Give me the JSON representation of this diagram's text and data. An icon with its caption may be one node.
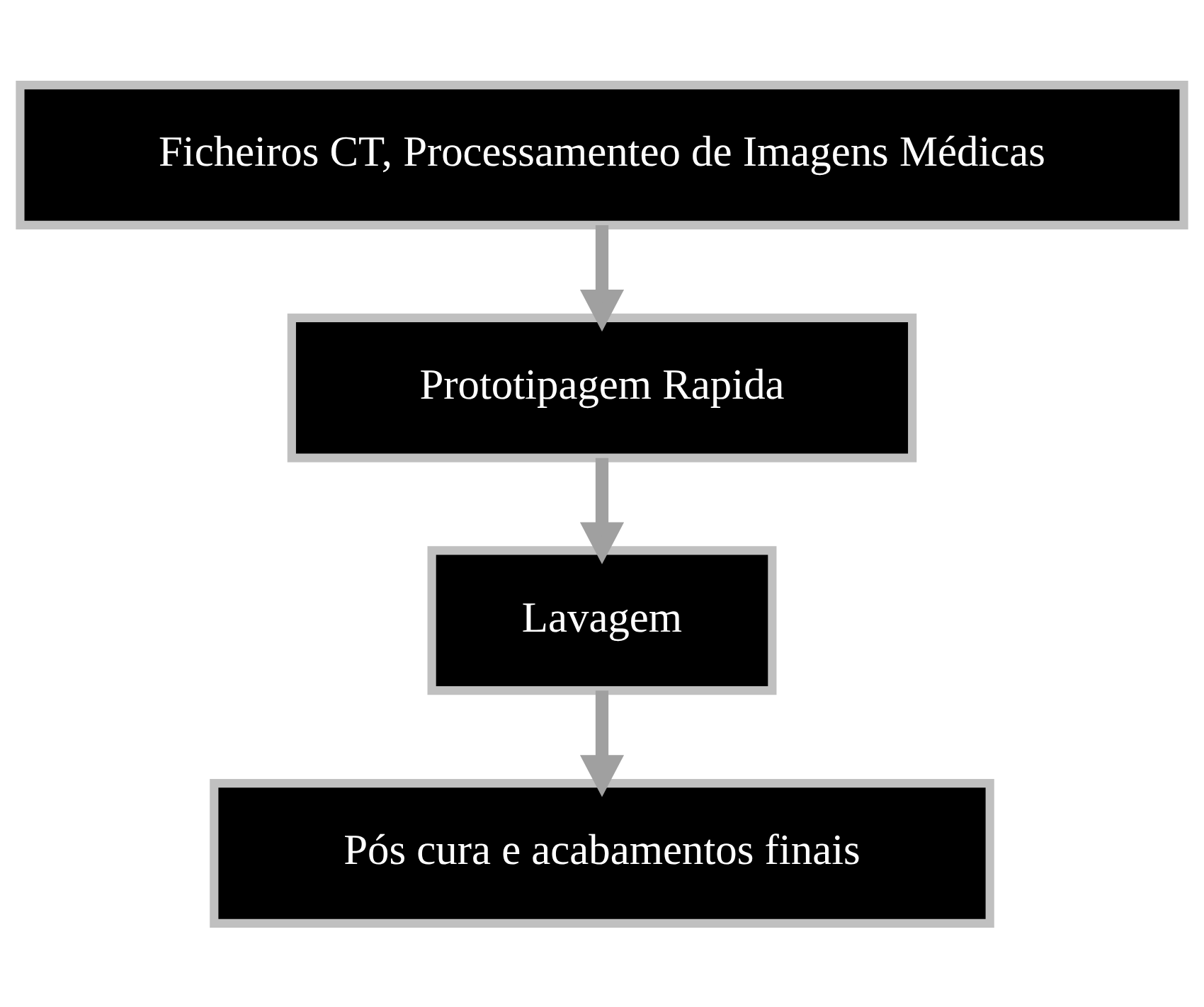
{
  "diagram": {
    "nodes": [
      {
        "text": [
          "Ficheiros CT, Processamenteo de Imagens Médicas"
        ]
      },
      {
        "text": [
          "Prototipagem Rapida"
        ]
      },
      {
        "text": [
          "Lavagem"
        ]
      },
      {
        "text": [
          "Pós cura e acabamentos finais"
        ]
      }
    ],
    "edges": [
      {
        "from": 0,
        "to": 1,
        "arrow": "to"
      },
      {
        "from": 1,
        "to": 2,
        "arrow": "to"
      },
      {
        "from": 2,
        "to": 3,
        "arrow": "to"
      }
    ]
  }
}
